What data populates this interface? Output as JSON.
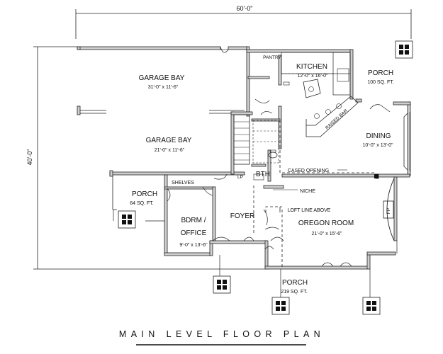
{
  "dimensions": {
    "width": "60'-0\"",
    "depth": "40'-0\""
  },
  "rooms": {
    "garage_bay_1": {
      "name": "GARAGE BAY",
      "size": "31'-0\" x 11'-6\""
    },
    "garage_bay_2": {
      "name": "GARAGE BAY",
      "size": "21'-0\" x 11'-6\""
    },
    "kitchen": {
      "name": "KITCHEN",
      "size": "12'-0\" x 16'-0\""
    },
    "pantry": {
      "name": "PANTRY"
    },
    "porch_rear": {
      "name": "PORCH",
      "size": "100 SQ. FT."
    },
    "dining": {
      "name": "DINING",
      "size": "10'-0\" x 13'-0\""
    },
    "raised_bar": {
      "name": "RAISED BAR"
    },
    "bath": {
      "name": "BTH"
    },
    "porch_side": {
      "name": "PORCH",
      "size": "64 SQ. FT."
    },
    "shelves": {
      "name": "SHELVES"
    },
    "bedroom_office": {
      "name_line1": "BDRM /",
      "name_line2": "OFFICE",
      "size": "9'-0\" x 13'-6\""
    },
    "foyer": {
      "name": "FOYER"
    },
    "oregon_room": {
      "name": "OREGON ROOM",
      "size": "21'-0\" x 15'-6\""
    },
    "porch_front": {
      "name": "PORCH",
      "size": "219 SQ. FT."
    }
  },
  "notes": {
    "cased_opening": "CASED OPENING",
    "niche": "NICHE",
    "loft_line": "LOFT LINE ABOVE",
    "fireplace": "FP",
    "lp": "LP"
  },
  "title": "MAIN LEVEL FLOOR PLAN"
}
